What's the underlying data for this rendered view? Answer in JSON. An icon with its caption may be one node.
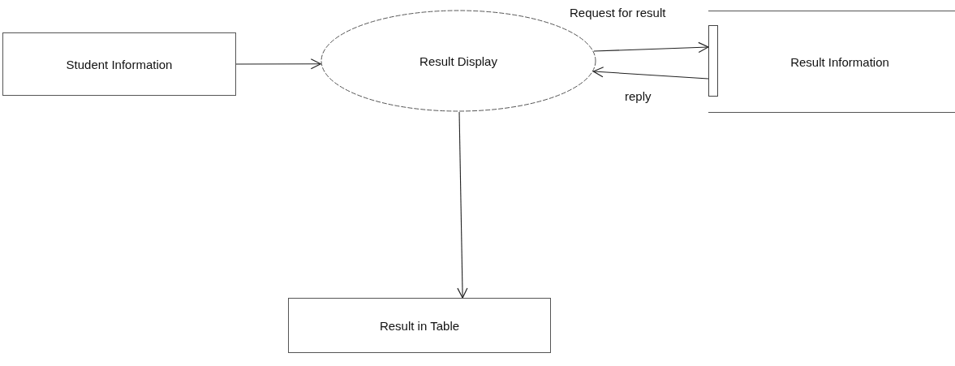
{
  "diagram": {
    "nodes": [
      {
        "text": [
          "Student Information"
        ]
      },
      {
        "text": [
          "Result Display"
        ]
      },
      {
        "text": [
          "Result Information"
        ]
      },
      {
        "text": [
          "Result in Table"
        ]
      }
    ],
    "edges": [
      {
        "from": 0,
        "to": 1,
        "arrow": "to"
      },
      {
        "from": 1,
        "to": 2,
        "arrow": "to",
        "label": "Request for result"
      },
      {
        "from": 2,
        "to": 1,
        "arrow": "to",
        "label": "reply"
      },
      {
        "from": 1,
        "to": 3,
        "arrow": "to"
      }
    ]
  }
}
